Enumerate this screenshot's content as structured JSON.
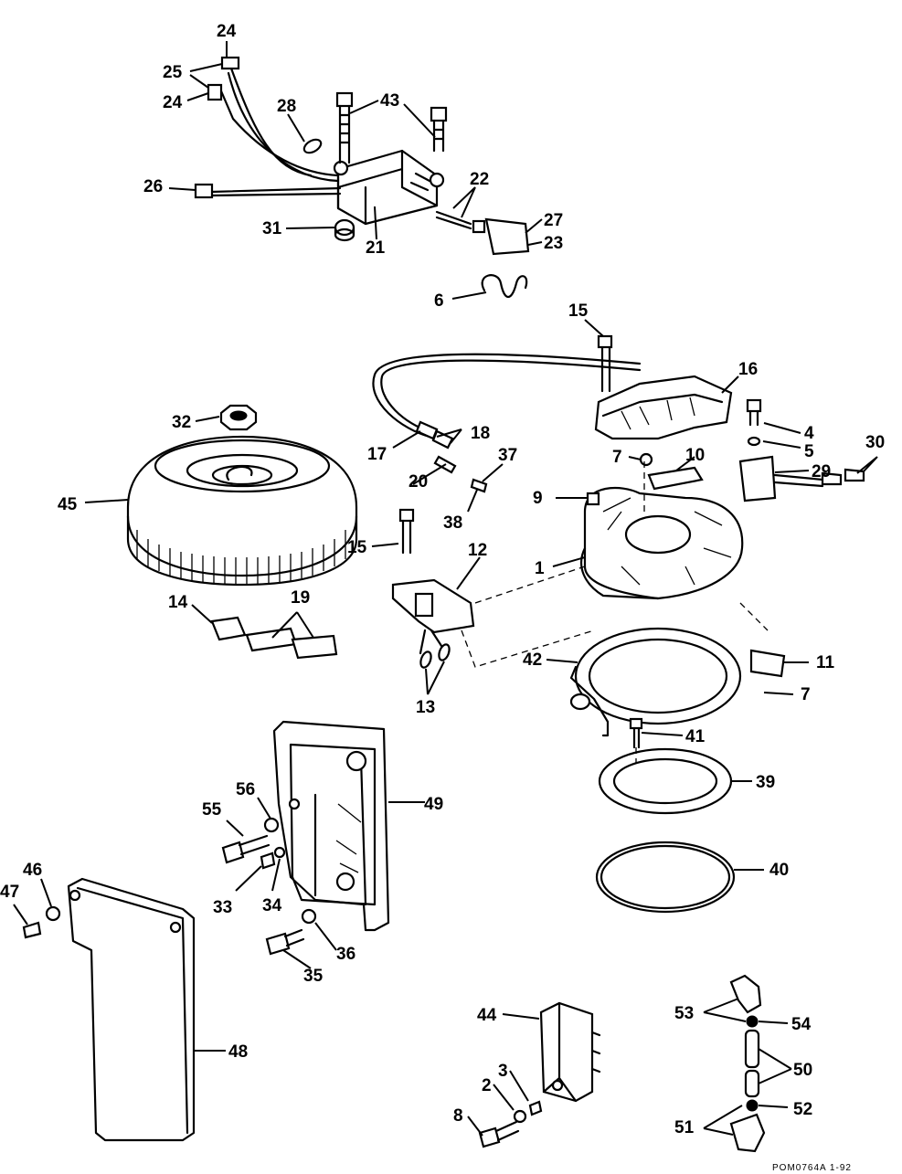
{
  "labels": {
    "l1": "1",
    "l2": "2",
    "l3": "3",
    "l4": "4",
    "l5": "5",
    "l6": "6",
    "l7a": "7",
    "l7b": "7",
    "l8": "8",
    "l9": "9",
    "l10": "10",
    "l11": "11",
    "l12": "12",
    "l13": "13",
    "l14": "14",
    "l15a": "15",
    "l15b": "15",
    "l16": "16",
    "l17": "17",
    "l18": "18",
    "l19": "19",
    "l20": "20",
    "l21": "21",
    "l22": "22",
    "l23": "23",
    "l24a": "24",
    "l24b": "24",
    "l25": "25",
    "l26": "26",
    "l27": "27",
    "l28": "28",
    "l29": "29",
    "l30": "30",
    "l31": "31",
    "l32": "32",
    "l33": "33",
    "l34": "34",
    "l35": "35",
    "l36": "36",
    "l37": "37",
    "l38": "38",
    "l39": "39",
    "l40": "40",
    "l41": "41",
    "l42": "42",
    "l43": "43",
    "l44": "44",
    "l45": "45",
    "l46": "46",
    "l47": "47",
    "l48": "48",
    "l49": "49",
    "l50": "50",
    "l51": "51",
    "l52": "52",
    "l53": "53",
    "l54": "54",
    "l55": "55",
    "l56": "56"
  },
  "footer": {
    "code": "POM0764A   1-92"
  }
}
